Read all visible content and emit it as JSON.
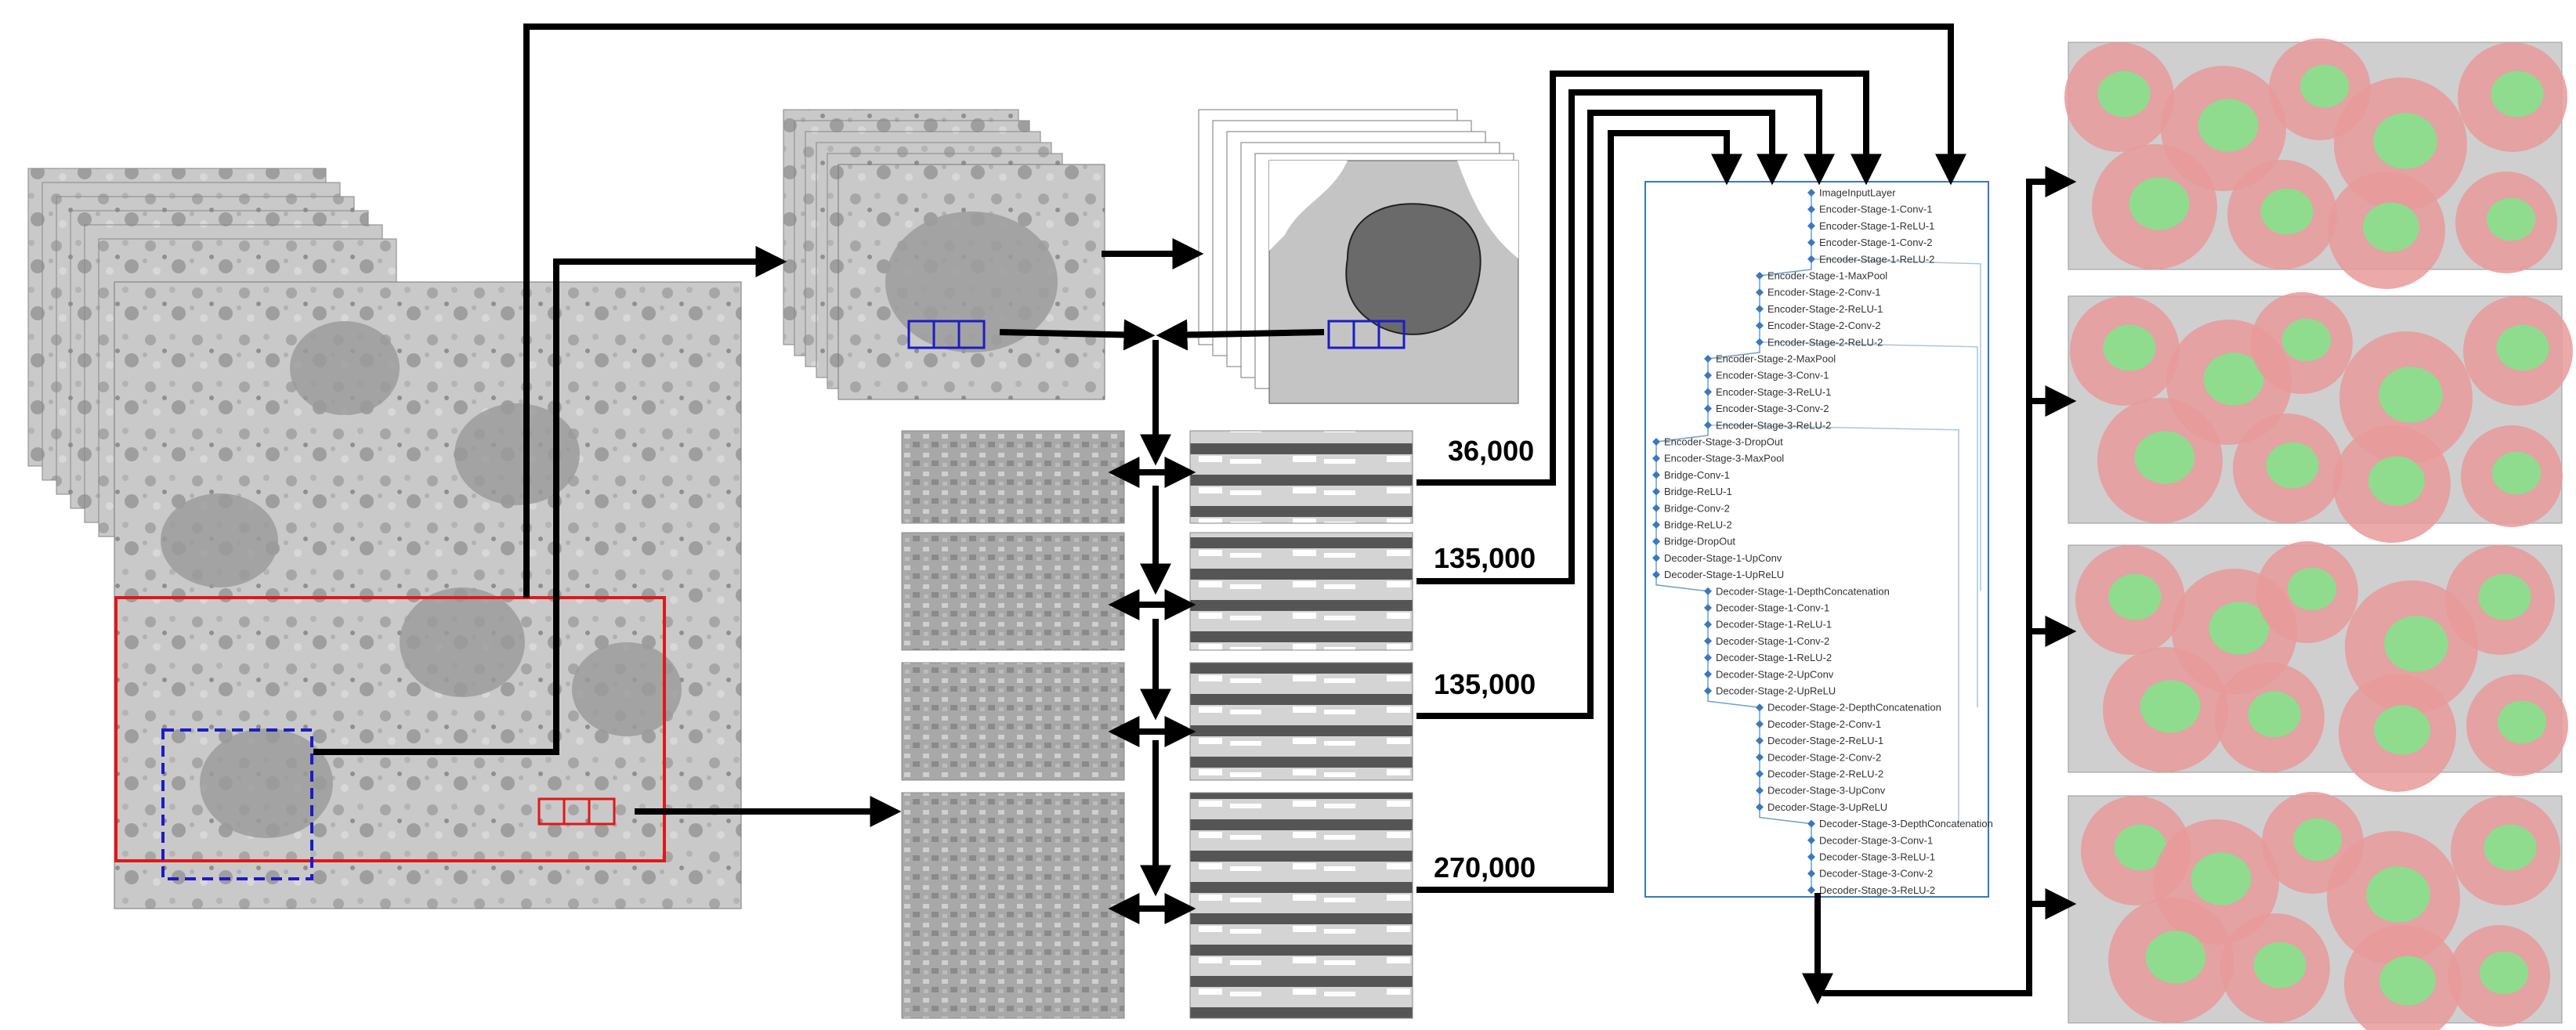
{
  "colors": {
    "arrow": "#000000",
    "roi_red": "#e01818",
    "roi_blue": "#1c1cc8",
    "network_blue": "#3a78c0",
    "nucleus_green": "#8fdc8f",
    "cell_red": "#e89a9a"
  },
  "patch_counts": [
    "36,000",
    "135,000",
    "135,000",
    "270,000"
  ],
  "network_layers": [
    "ImageInputLayer",
    "Encoder-Stage-1-Conv-1",
    "Encoder-Stage-1-ReLU-1",
    "Encoder-Stage-1-Conv-2",
    "Encoder-Stage-1-ReLU-2",
    "Encoder-Stage-1-MaxPool",
    "Encoder-Stage-2-Conv-1",
    "Encoder-Stage-2-ReLU-1",
    "Encoder-Stage-2-Conv-2",
    "Encoder-Stage-2-ReLU-2",
    "Encoder-Stage-2-MaxPool",
    "Encoder-Stage-3-Conv-1",
    "Encoder-Stage-3-ReLU-1",
    "Encoder-Stage-3-Conv-2",
    "Encoder-Stage-3-ReLU-2",
    "Encoder-Stage-3-DropOut",
    "Encoder-Stage-3-MaxPool",
    "Bridge-Conv-1",
    "Bridge-ReLU-1",
    "Bridge-Conv-2",
    "Bridge-ReLU-2",
    "Bridge-DropOut",
    "Decoder-Stage-1-UpConv",
    "Decoder-Stage-1-UpReLU",
    "Decoder-Stage-1-DepthConcatenation",
    "Decoder-Stage-1-Conv-1",
    "Decoder-Stage-1-ReLU-1",
    "Decoder-Stage-1-Conv-2",
    "Decoder-Stage-1-ReLU-2",
    "Decoder-Stage-2-UpConv",
    "Decoder-Stage-2-UpReLU",
    "Decoder-Stage-2-DepthConcatenation",
    "Decoder-Stage-2-Conv-1",
    "Decoder-Stage-2-ReLU-1",
    "Decoder-Stage-2-Conv-2",
    "Decoder-Stage-2-ReLU-2",
    "Decoder-Stage-3-UpConv",
    "Decoder-Stage-3-UpReLU",
    "Decoder-Stage-3-DepthConcatenation",
    "Decoder-Stage-3-Conv-1",
    "Decoder-Stage-3-ReLU-1",
    "Decoder-Stage-3-Conv-2",
    "Decoder-Stage-3-ReLU-2"
  ],
  "output_panel_count": 4
}
